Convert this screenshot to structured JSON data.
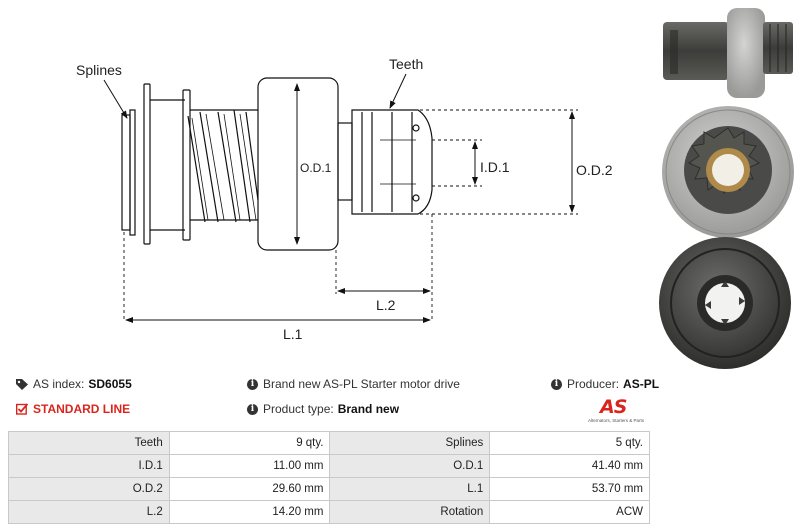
{
  "diagram": {
    "labels": {
      "splines": "Splines",
      "teeth": "Teeth",
      "od1": "O.D.1",
      "id1": "I.D.1",
      "od2": "O.D.2",
      "l2": "L.2",
      "l1": "L.1"
    }
  },
  "info": {
    "as_index_label": "AS index:",
    "as_index_value": "SD6055",
    "standard_line": "STANDARD LINE",
    "description": "Brand new AS-PL Starter motor drive",
    "product_type_label": "Product type:",
    "product_type_value": "Brand new",
    "producer_label": "Producer:",
    "producer_value": "AS-PL"
  },
  "logo": {
    "mark": "AS",
    "tagline": "Alternators, Starters & Parts"
  },
  "specs": [
    [
      "Teeth",
      "9 qty.",
      "Splines",
      "5 qty."
    ],
    [
      "I.D.1",
      "11.00 mm",
      "O.D.1",
      "41.40 mm"
    ],
    [
      "O.D.2",
      "29.60 mm",
      "L.1",
      "53.70 mm"
    ],
    [
      "L.2",
      "14.20 mm",
      "Rotation",
      "ACW"
    ]
  ]
}
